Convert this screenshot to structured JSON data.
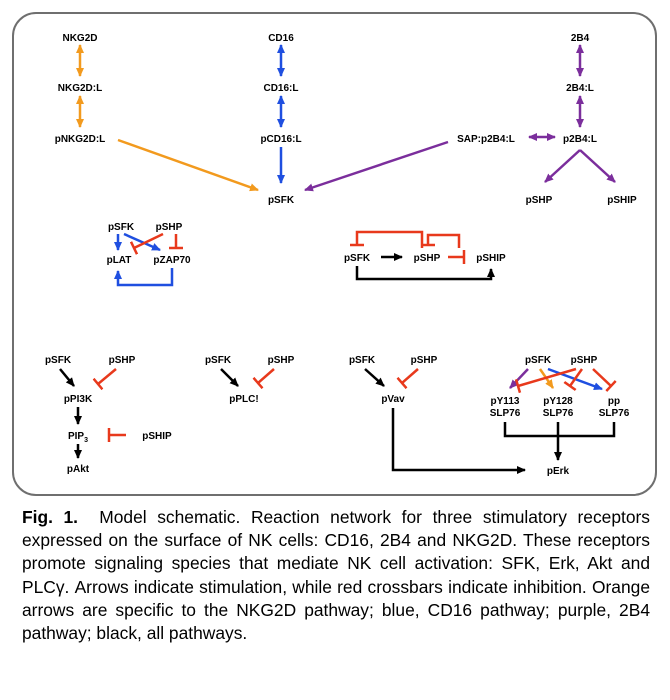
{
  "colors": {
    "nkg2d": "#F29A1E",
    "cd16": "#1F4FE0",
    "b2_4": "#7B2E9C",
    "inhibition": "#E8391C",
    "all": "#000000",
    "frame": "#6F6F6F"
  },
  "nodes": {
    "nkg2d": "NKG2D",
    "nkg2d_l": "NKG2D:L",
    "pnkg2d_l": "pNKG2D:L",
    "cd16": "CD16",
    "cd16_l": "CD16:L",
    "pcd16_l": "pCD16:L",
    "b2_4": "2B4",
    "b2_4_l": "2B4:L",
    "p2b4_l": "p2B4:L",
    "sap_p2b4_l": "SAP:p2B4:L",
    "psfk_top": "pSFK",
    "pshp_2b4": "pSHP",
    "pship_2b4": "pSHIP",
    "lat_psfk": "pSFK",
    "lat_pshp": "pSHP",
    "lat_plat": "pLAT",
    "lat_pzap70": "pZAP70",
    "ship_psfk": "pSFK",
    "ship_pshp": "pSHP",
    "ship_pship": "pSHIP",
    "pi3k_psfk": "pSFK",
    "pi3k_pshp": "pSHP",
    "pi3k": "pPI3K",
    "pip3_main": "PIP",
    "pip3_sub": "3",
    "pi3k_pship": "pSHIP",
    "pakt": "pAkt",
    "plc_psfk": "pSFK",
    "plc_pshp": "pSHP",
    "pplc": "pPLC!",
    "vav_psfk": "pSFK",
    "vav_pshp": "pSHP",
    "pvav": "pVav",
    "slp_psfk": "pSFK",
    "slp_pshp": "pSHP",
    "py113_a": "pY113",
    "py113_b": "SLP76",
    "py128_a": "pY128",
    "py128_b": "SLP76",
    "pp_a": "pp",
    "pp_b": "SLP76",
    "perk": "pErk"
  },
  "caption": {
    "label": "Fig. 1.",
    "text": "Model schematic. Reaction network for three stimulatory receptors expressed on the surface of NK cells: CD16, 2B4 and NKG2D. These receptors promote signaling species that mediate NK cell activation: SFK, Erk, Akt and PLCγ. Arrows indicate stimulation, while red crossbars indicate inhibition. Orange arrows are specific to the NKG2D pathway; blue, CD16 pathway; purple, 2B4 pathway; black, all pathways."
  }
}
